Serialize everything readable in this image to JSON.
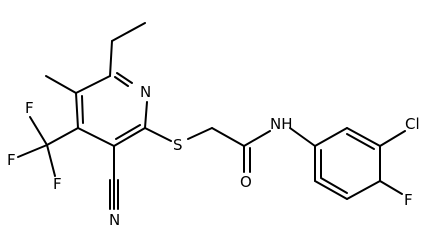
{
  "molecule": {
    "atom_labels": {
      "pyridine_nitrogen": "N",
      "sulfur": "S",
      "amide_oxygen": "O",
      "amide_nh": "NH",
      "chlorine": "Cl",
      "ring_fluorine": "F",
      "cf3_fluorine_top": "F",
      "cf3_fluorine_left": "F",
      "cf3_fluorine_bottom": "F",
      "nitrile_nitrogen": "N"
    }
  }
}
